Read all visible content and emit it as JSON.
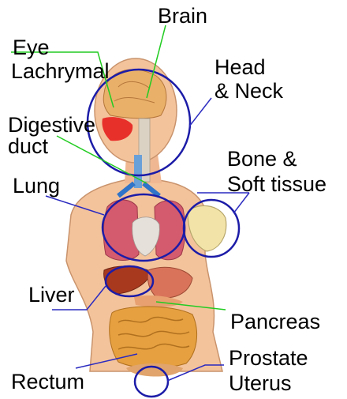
{
  "labels": {
    "brain": "Brain",
    "eye": "Eye",
    "lachrymal": "Lachrymal",
    "head_neck_1": "Head",
    "head_neck_2": "& Neck",
    "digestive_1": "Digestive",
    "digestive_2": "duct",
    "bone_1": "Bone &",
    "bone_2": "Soft tissue",
    "lung": "Lung",
    "liver": "Liver",
    "pancreas": "Pancreas",
    "prostate": "Prostate",
    "uterus": "Uterus",
    "rectum": "Rectum"
  },
  "colors": {
    "circle": "#1c1ca8",
    "leader_green": "#22cc22",
    "leader_blue": "#2a2ac0",
    "skin": "#f3c39c",
    "lung": "#d45a6e",
    "liver": "#a8391f",
    "intestine": "#e6a040",
    "brain": "#e9b06a"
  }
}
